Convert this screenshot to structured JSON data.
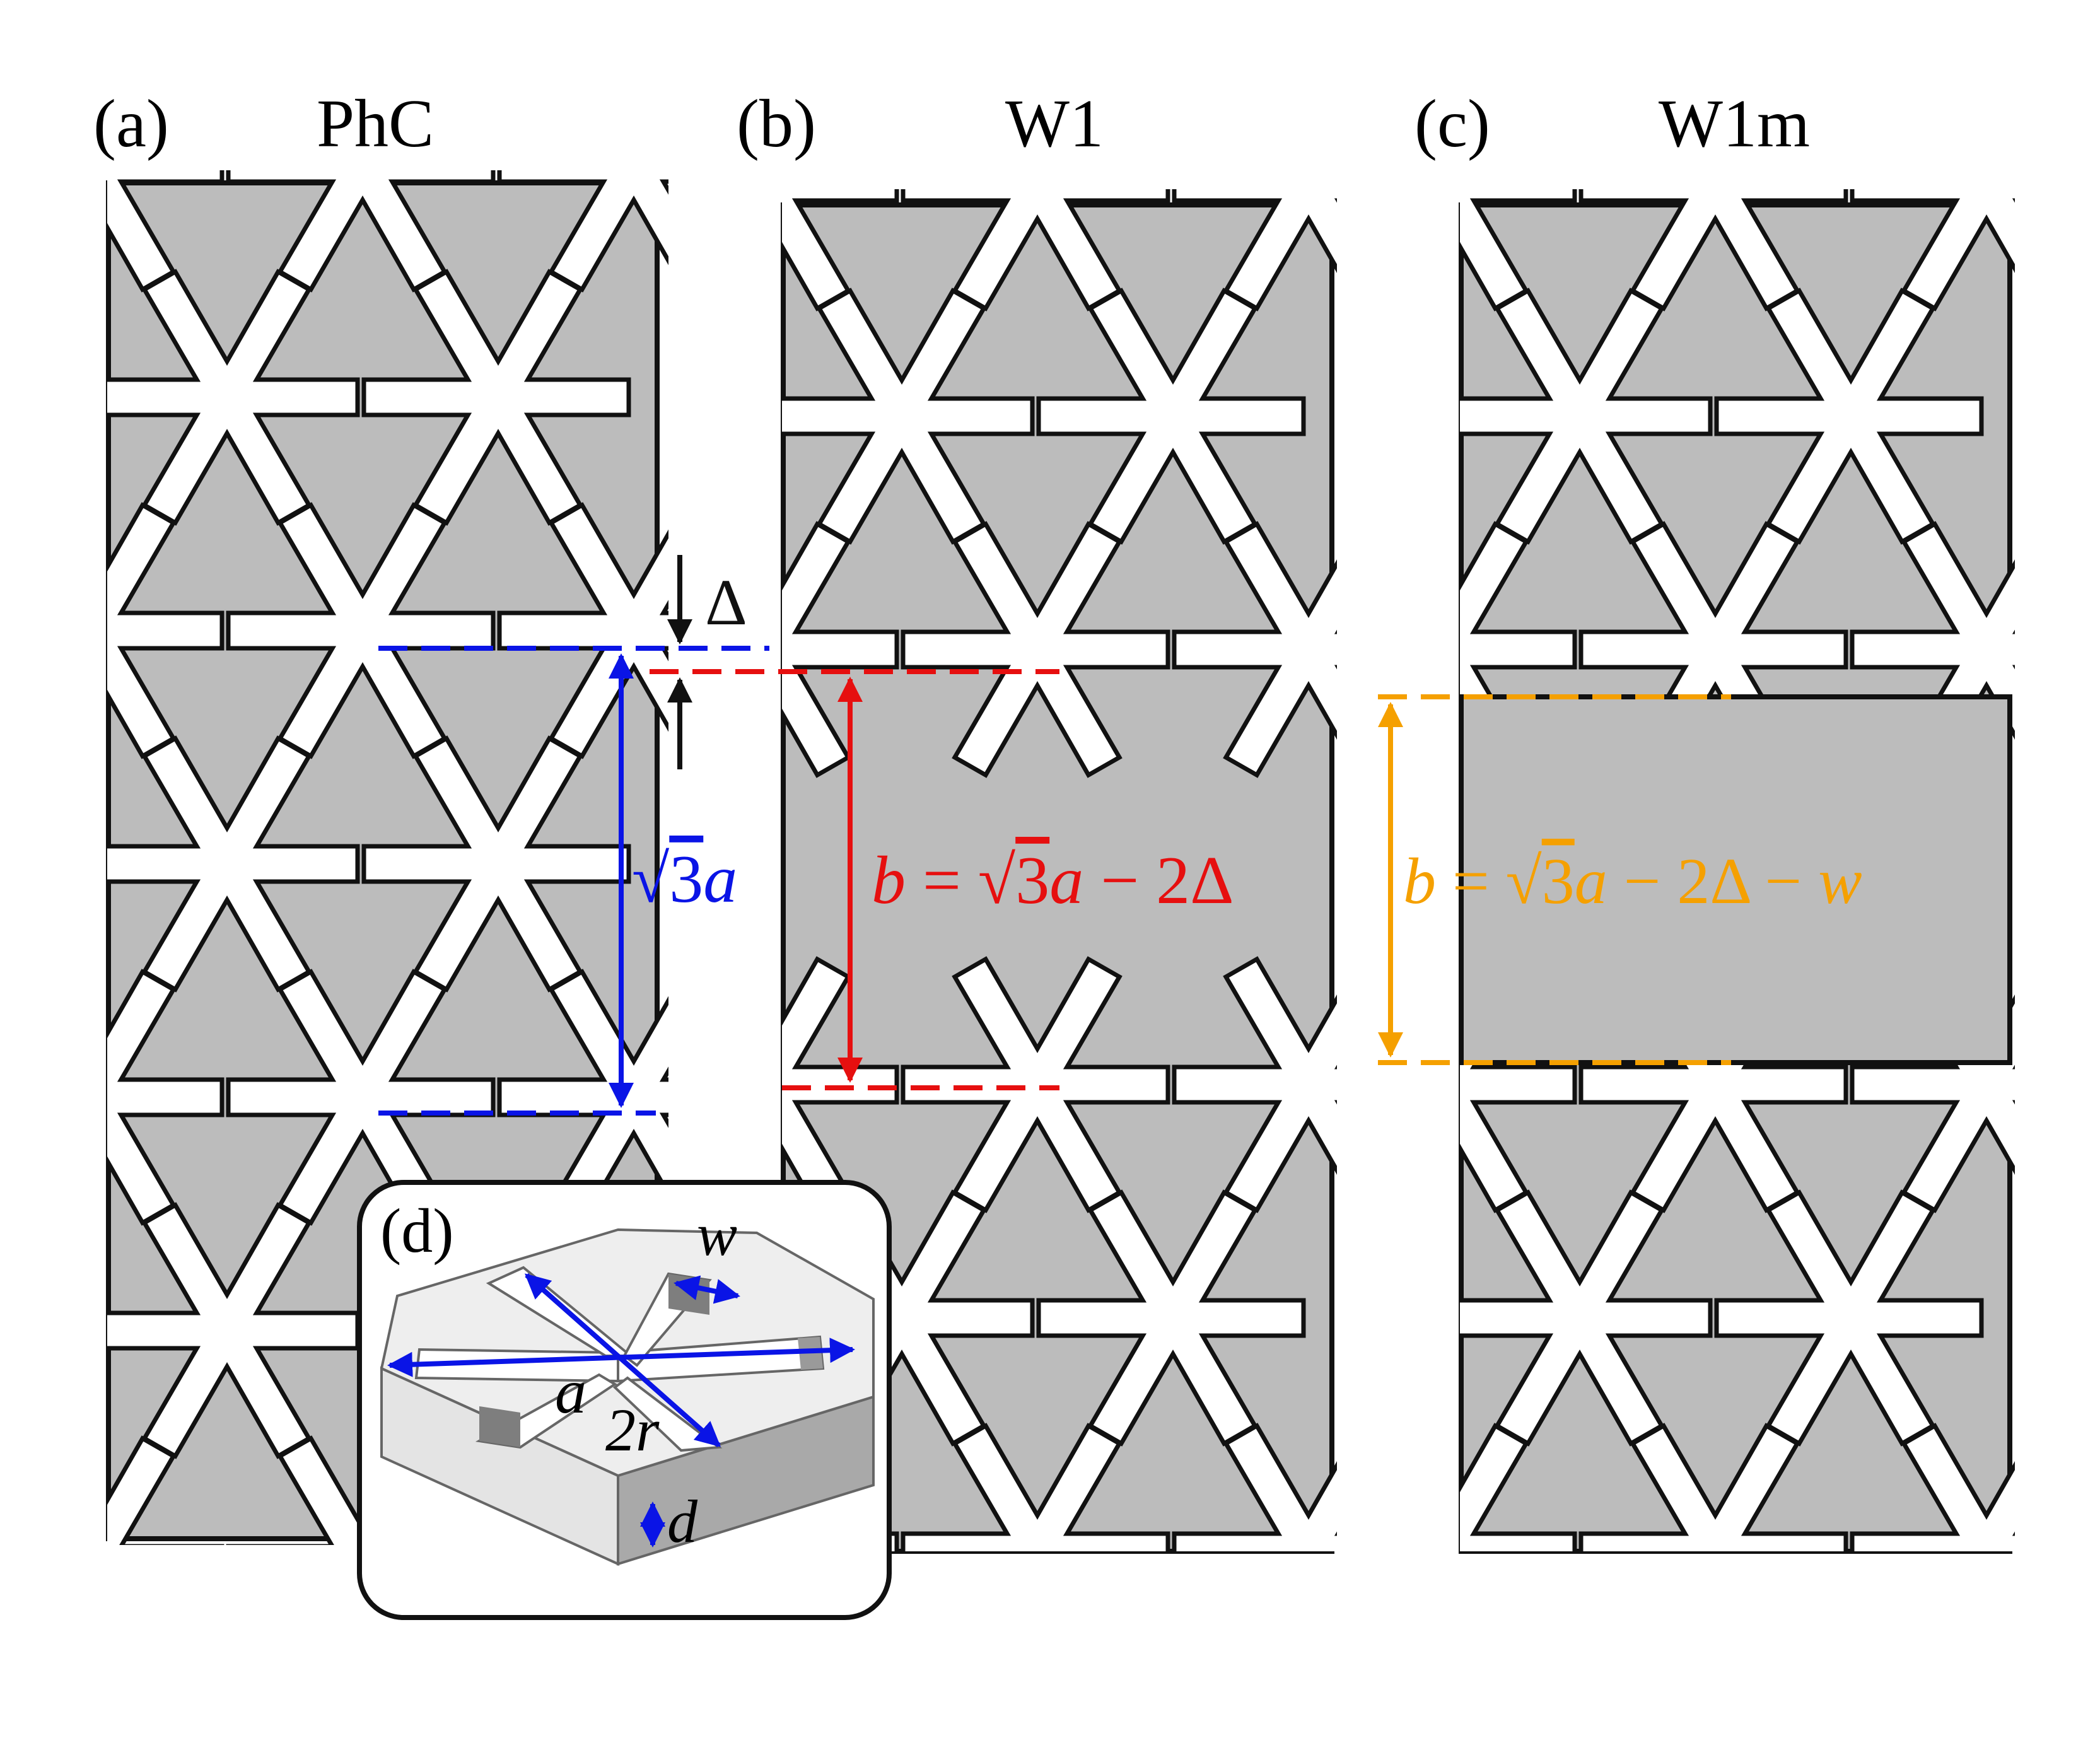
{
  "panels": {
    "a": {
      "tag": "(a)",
      "title": "PhC"
    },
    "b": {
      "tag": "(b)",
      "title": "W1"
    },
    "c": {
      "tag": "(c)",
      "title": "W1m"
    },
    "d": {
      "tag": "(d)"
    }
  },
  "annotations": {
    "delta": "Δ",
    "period": {
      "root": "√",
      "three": "3",
      "a": "a"
    },
    "w1_width": {
      "b": "b",
      "eq": " = ",
      "root": "√",
      "three": "3",
      "a": "a",
      "rest": " − 2Δ"
    },
    "w1m_width": {
      "b": "b",
      "eq": " = ",
      "root": "√",
      "three": "3",
      "a": "a",
      "rest": " − 2Δ − ",
      "w": "w"
    }
  },
  "inset_labels": {
    "w": "w",
    "a": "a",
    "two_r": "2r",
    "d": "d"
  },
  "colors": {
    "slab": "#bcbcbc",
    "outline": "#111111",
    "phc_annotation": "#0a14e6",
    "w1_annotation": "#e60f0f",
    "w1m_annotation": "#f5a000"
  }
}
